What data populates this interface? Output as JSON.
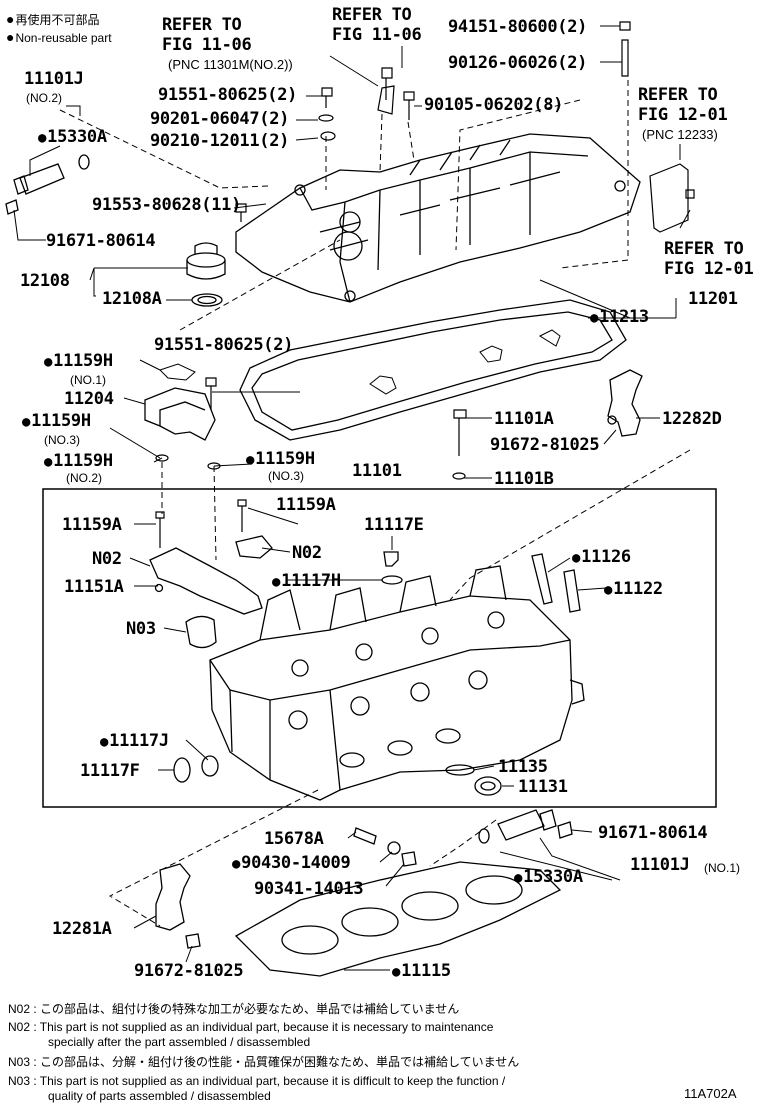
{
  "legend": {
    "reuse_jp": "再使用不可部品",
    "reuse_en": "Non-reusable part"
  },
  "labels": {
    "p11101J_top": "11101J",
    "no2_top": "(NO.2)",
    "p15330A_top": "15330A",
    "refer1_a": "REFER TO",
    "refer1_b": "FIG 11-06",
    "refer1_c": "(PNC 11301M(NO.2))",
    "refer2_a": "REFER TO",
    "refer2_b": "FIG 11-06",
    "p94151": "94151-80600(2)",
    "p90126": "90126-06026(2)",
    "refer3_a": "REFER TO",
    "refer3_b": "FIG 12-01",
    "refer3_c": "(PNC 12233)",
    "p91551a": "91551-80625(2)",
    "p90105": "90105-06202(8)",
    "p90201": "90201-06047(2)",
    "p90210": "90210-12011(2)",
    "p91553": "91553-80628(11)",
    "p91671a": "91671-80614",
    "refer4_a": "REFER TO",
    "refer4_b": "FIG 12-01",
    "p12108": "12108",
    "p12108A": "12108A",
    "p11201": "11201",
    "p11213": "11213",
    "p91551b": "91551-80625(2)",
    "p11159H_1": "11159H",
    "no1_a": "(NO.1)",
    "p11204": "11204",
    "p11159H_2": "11159H",
    "no3_a": "(NO.3)",
    "p11101A": "11101A",
    "p12282D": "12282D",
    "p91672a": "91672-81025",
    "p11159H_3": "11159H",
    "no2_b": "(NO.2)",
    "p11159H_4": "11159H",
    "no3_b": "(NO.3)",
    "p11101B": "11101B",
    "p11101": "11101",
    "p11159A_1": "11159A",
    "p11159A_2": "11159A",
    "p11117E": "11117E",
    "n02_a": "N02",
    "n02_b": "N02",
    "p11126": "11126",
    "p11151A": "11151A",
    "p11117H": "11117H",
    "p11122": "11122",
    "n03": "N03",
    "p11117J": "11117J",
    "p11117F": "11117F",
    "p11135": "11135",
    "p11131": "11131",
    "p15678A": "15678A",
    "p91671b": "91671-80614",
    "p90430": "90430-14009",
    "p15330A_bot": "15330A",
    "p11101J_bot": "11101J",
    "no1_b": "(NO.1)",
    "p90341": "90341-14013",
    "p12281A": "12281A",
    "p91672b": "91672-81025",
    "p11115": "11115"
  },
  "notes": {
    "n02_jp": "N02 : この部品は、組付け後の特殊な加工が必要なため、単品では補給していません",
    "n02_en1": "N02 : This part is not supplied as an individual part, because it is necessary to maintenance",
    "n02_en2": "specially after the part assembled / disassembled",
    "n03_jp": "N03 : この部品は、分解・組付け後の性能・品質確保が困難なため、単品では補給していません",
    "n03_en1": "N03 : This part is not supplied as an individual part, because it is difficult to keep the function /",
    "n03_en2": "quality of parts  assembled / disassembled"
  },
  "figure_id": "11A702A"
}
